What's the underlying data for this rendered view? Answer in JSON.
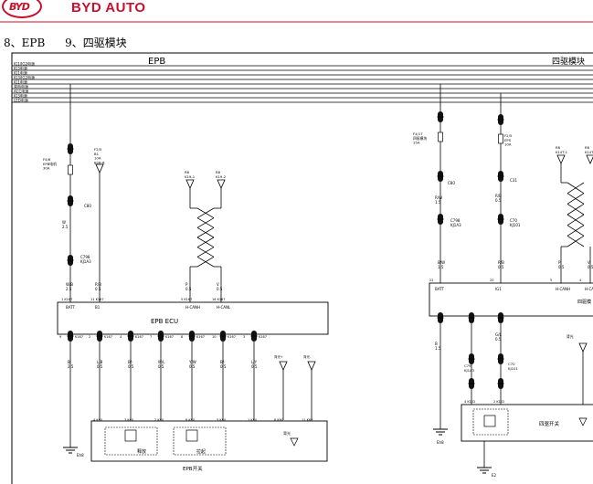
{
  "brand": {
    "logo_text": "BYD",
    "name": "BYD AUTO"
  },
  "section": {
    "item8": "8、EPB",
    "item9": "9、四驱模块"
  },
  "panels": {
    "epb_title": "EPB",
    "awd_title": "四驱模块"
  },
  "power_rails": [
    "IG1/IG2电源",
    "IG3电源",
    "IG1电源",
    "IG3/IG2电源",
    "IG1电源",
    "常电电源",
    "ACC电源",
    "IG3电源",
    "LED电源"
  ],
  "epb": {
    "fuse_label": "F4/6\nEPB电机\n30A",
    "fuse2_label": "F2/5\nB1\n10A\nB2B-6",
    "conn_c80": "C80",
    "wire_w": "W\n2.5",
    "conn_c798": "C798\nKJ1A3",
    "can_r1": "R8\nK19-1",
    "can_r2": "R8\nK19-2",
    "ecu_title": "EPB ECU",
    "pins_top": [
      {
        "num": "1",
        "conn": "K167",
        "name": "BATT",
        "wire": "W/B\n2.5"
      },
      {
        "num": "11",
        "conn": "K167",
        "name": "B1",
        "wire": "R/B\n0.5"
      },
      {
        "num": "5",
        "conn": "K167",
        "name": "H-CANH",
        "wire": "P\n0.5"
      },
      {
        "num": "16",
        "conn": "K167",
        "name": "H-CANL",
        "wire": "V\n0.5"
      }
    ],
    "pins_bottom": [
      {
        "num": "9",
        "conn": "K167",
        "wire": "B\n2.5"
      },
      {
        "num": "2",
        "conn": "K167",
        "wire": "L/B\n0.5"
      },
      {
        "num": "4",
        "conn": "K167",
        "wire": "B/-\n0.5"
      },
      {
        "num": "7",
        "conn": "K167",
        "wire": "W/L\n0.5"
      },
      {
        "num": "8",
        "conn": "K167",
        "wire": "Y/W\n0.5"
      },
      {
        "num": "10",
        "conn": "K167",
        "wire": "B/-\n0.5"
      },
      {
        "num": "3",
        "conn": "K167",
        "wire": "L/Y\n0.5"
      }
    ],
    "ground_label": "Eh8",
    "switch_label": "EPB开关",
    "switch_pins": [
      "4 K60",
      "3 K60",
      "2 K60",
      "6 K60",
      "5 K60",
      "1 K60",
      "8 K60",
      "11 K60"
    ],
    "release_label": "释放",
    "apply_label": "拉起",
    "led_label": "背光",
    "lamp_label": "背光+",
    "dim_label": "背光-"
  },
  "awd": {
    "fuse_label": "F4/17\n四驱模块\n15A",
    "fuse2_label": "F2/5\nEPS\n10A",
    "conn_c80": "C80",
    "conn_c31": "C31",
    "wire_rw": "R/W\n1.5",
    "wire_rb": "R/B\n0.5",
    "conn_c798": "C798\nKJ1A3",
    "conn_c70": "C70\nKJ101",
    "can_r1": "R8\nK14T-1",
    "can_r2": "R8\nK14T",
    "module_title": "四驱模",
    "pins_top": [
      "BATT",
      "IG1",
      "H-CANH",
      "H-CA"
    ],
    "pin_nums": [
      "22",
      "20",
      "5",
      "4"
    ],
    "wires_top": [
      "B/W\n1.5",
      "R/B\n0.5",
      "P\n0.5",
      "V\n0.5"
    ],
    "ground_label": "Eh8",
    "switch_label": "四驱开关",
    "switch_pin": "2 K102",
    "pin_l": "4 K102",
    "wire_b": "B\n1.5",
    "wire_gl": "G/L\n0.5",
    "c79": "C79\nKJ1A3",
    "c70b": "C70\nKJ101",
    "ground2": "E2",
    "led": "背光"
  }
}
